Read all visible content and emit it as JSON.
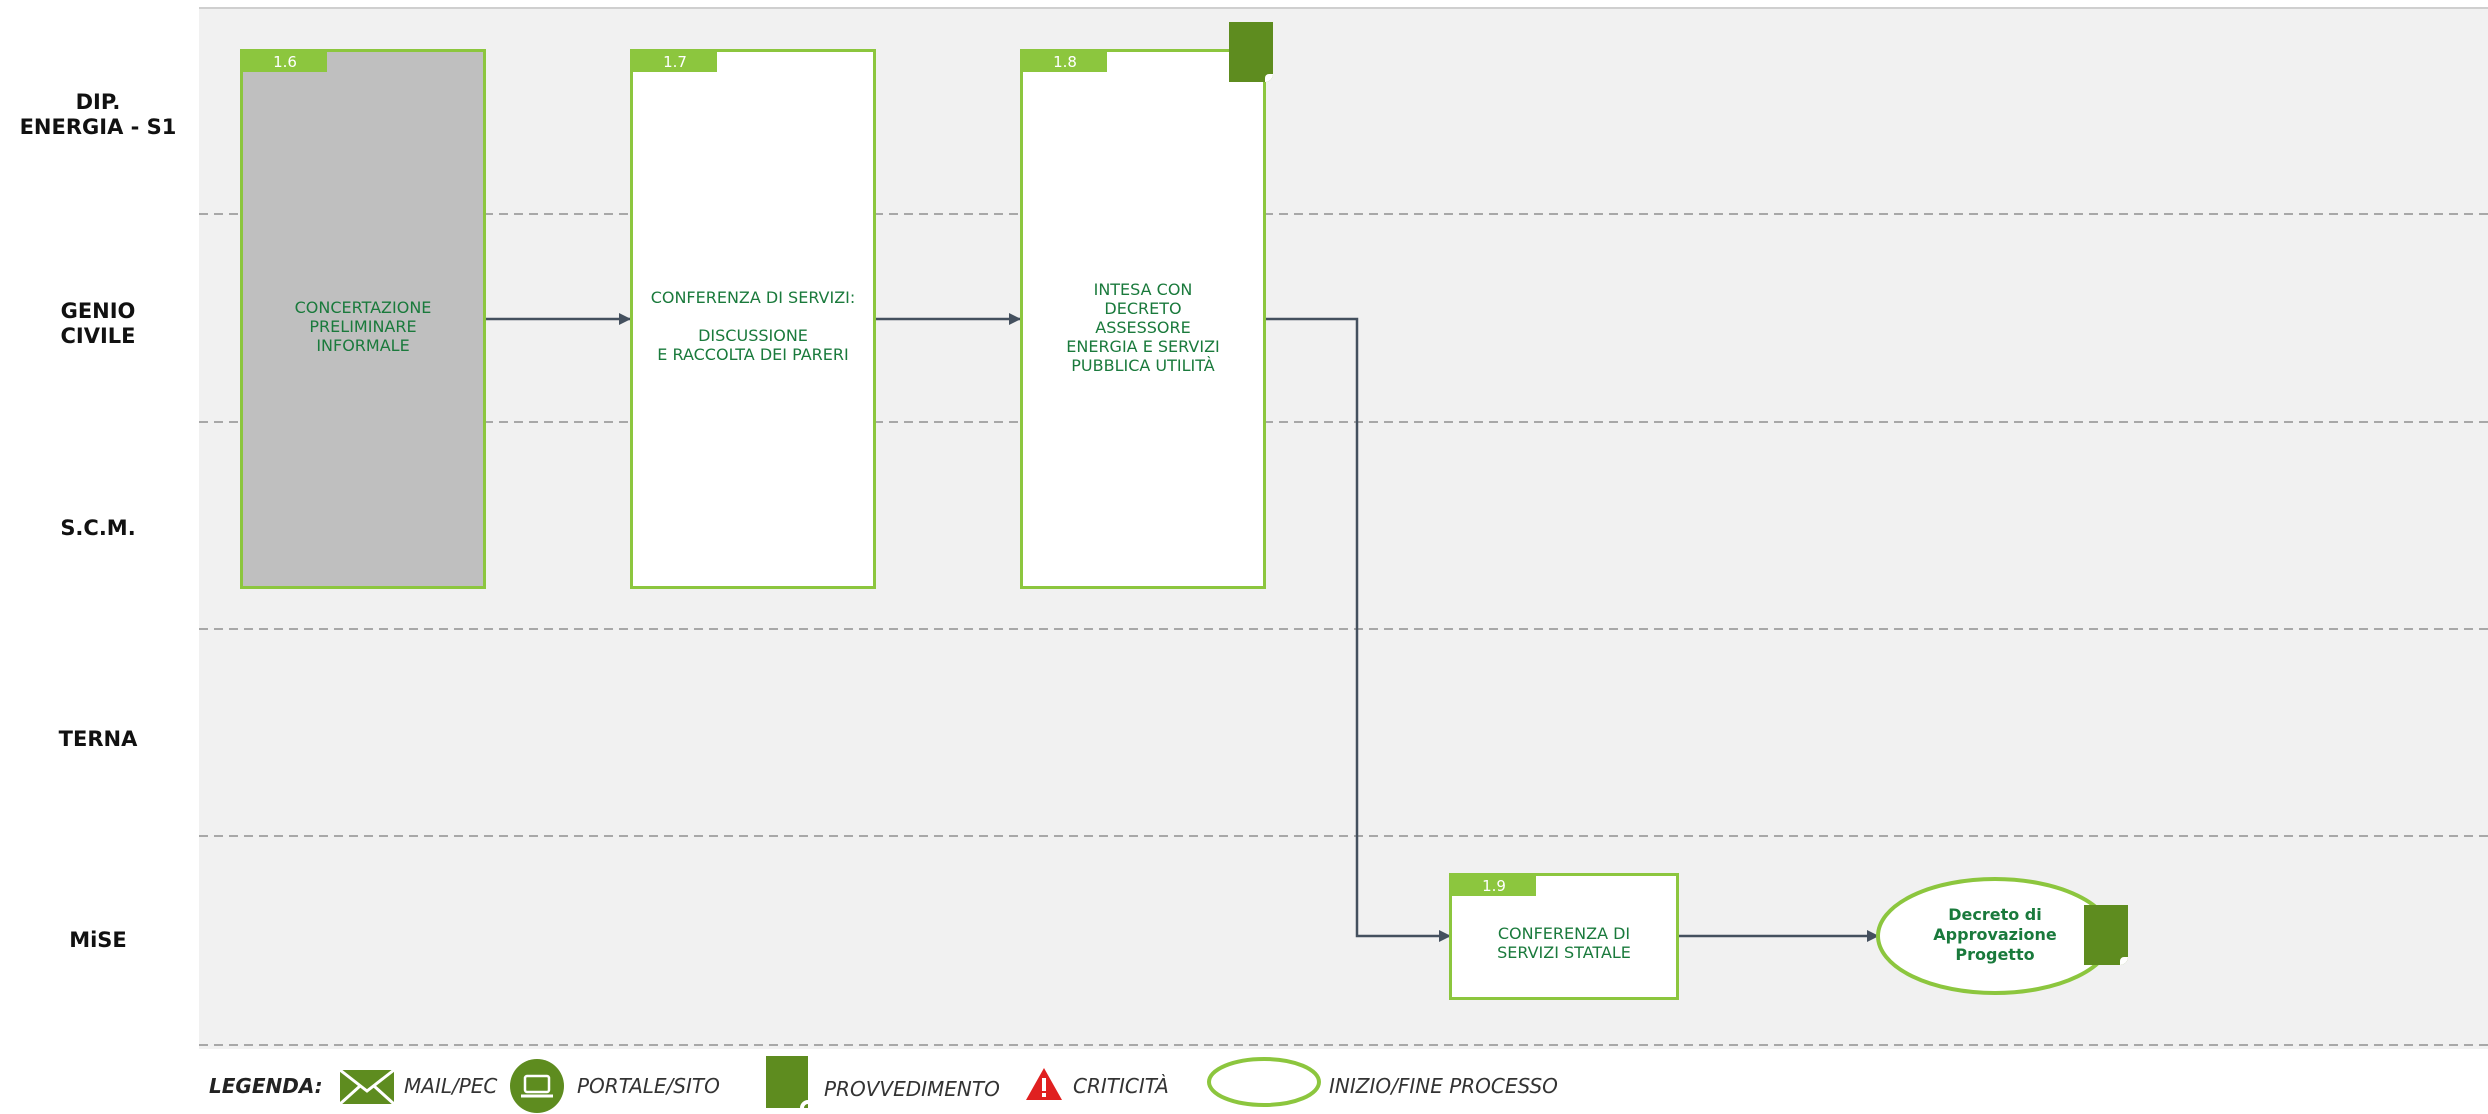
{
  "lanes": [
    {
      "id": "dip",
      "label": "DIP.\nENERGIA - S1"
    },
    {
      "id": "genio",
      "label": "GENIO\nCIVILE"
    },
    {
      "id": "scm",
      "label": "S.C.M."
    },
    {
      "id": "terna",
      "label": "TERNA"
    },
    {
      "id": "mise",
      "label": "MiSE"
    }
  ],
  "steps": [
    {
      "num": "1.6",
      "text": "CONCERTAZIONE\nPRELIMINARE\nINFORMALE",
      "fill": "#bfbfbf"
    },
    {
      "num": "1.7",
      "text": "CONFERENZA DI SERVIZI:\n\nDISCUSSIONE\nE RACCOLTA DEI PARERI",
      "fill": "#ffffff"
    },
    {
      "num": "1.8",
      "text": "INTESA CON\nDECRETO\nASSESSORE\nENERGIA E SERVIZI\nPUBBLICA UTILITÀ",
      "fill": "#ffffff",
      "document": true
    },
    {
      "num": "1.9",
      "text": "CONFERENZA DI\nSERVIZI STATALE",
      "fill": "#ffffff"
    }
  ],
  "end_event": {
    "text": "Decreto di\nApprovazione\nProgetto",
    "document": true
  },
  "legend": {
    "title": "LEGENDA:",
    "items": [
      {
        "icon": "mail-icon",
        "label": "MAIL/PEC"
      },
      {
        "icon": "laptop-icon",
        "label": "PORTALE/SITO"
      },
      {
        "icon": "document-icon",
        "label": "PROVVEDIMENTO"
      },
      {
        "icon": "warning-icon",
        "label": "CRITICITÀ"
      },
      {
        "icon": "ellipse-icon",
        "label": "INIZIO/FINE PROCESSO"
      }
    ]
  },
  "colors": {
    "accent": "#8cc63e",
    "dark_green": "#5e8c1f",
    "text_green": "#1a7a3c",
    "connector": "#44505e",
    "lane_bg": "#f1f1f1",
    "warning": "#e02020"
  }
}
